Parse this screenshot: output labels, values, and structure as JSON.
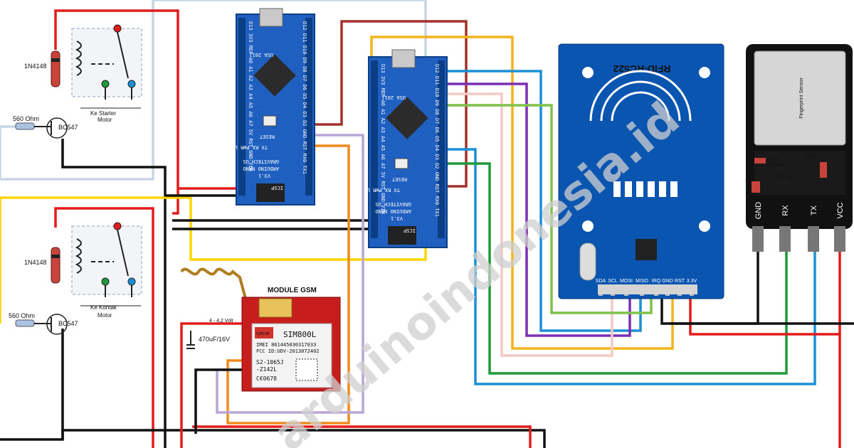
{
  "colors": {
    "red": "#e31b1b",
    "black": "#111111",
    "yellow": "#ffd400",
    "orange": "#f08a1c",
    "purple": "#7a2fb5",
    "lavender": "#b8a6d6",
    "pink": "#f2c9c4",
    "brown": "#a0322b",
    "gold": "#f2b31d",
    "blue": "#1b8fd6",
    "green": "#7ec24a",
    "darkgreen": "#1f9a3a",
    "lightblue": "#c7d5e6",
    "board": "#1f5fbf",
    "rfid": "#0a55b0"
  },
  "relay1": {
    "diode": "1N4148",
    "resistor": "560 Ohm",
    "transistor": "BC547",
    "caption1": "Ke Starter",
    "caption2": "Motor"
  },
  "relay2": {
    "diode": "1N4148",
    "resistor": "560 Ohm",
    "transistor": "BC547",
    "caption1": "Ke Kontak",
    "caption2": "Motor"
  },
  "nano1": {
    "brand": "GRAVITECH.US",
    "model": "ARDUINO NANO",
    "version": "V3.1",
    "usa": "USA 2011",
    "reset": "RESET",
    "icsp": "ICSP",
    "leds": "TX RX PWR L",
    "pins_top": "D13 3V3 REF A0 A1 A2 A3 A4 A5 A6 A7 5V RST GND VIN",
    "pins_bottom": "D12 D11 D10 D9 D8 D7 D6 D5 D4 D3 D2 GND RST RX0 TX1"
  },
  "nano2": {
    "brand": "GRAVITECH.US",
    "model": "ARDUINO NANO",
    "version": "V3.1",
    "usa": "USA 2011",
    "reset": "RESET",
    "icsp": "ICSP",
    "leds": "TX RX PWR L",
    "pins_top": "D13 3V3 REF A0 A1 A2 A3 A4 A5 A6 A7 5V RST GND VIN",
    "pins_bottom": "D12 D11 D10 D9 D8 D7 D6 D5 D4 D3 D2 GND RST RX0 TX1"
  },
  "gsm": {
    "title": "MODULE GSM",
    "chip": "SIM800L",
    "imei": "IMEI 861445030317033",
    "fcc": "FCC ID:UDV-2013072402",
    "code1": "S2-1065J",
    "code2": "-Z142L",
    "ce": "C€0678",
    "voltage": "4 - 4,2 Volt",
    "cap": "470uF/16V",
    "brand": "SIMCOM"
  },
  "rfid": {
    "title": "RFID-RC522",
    "pins": [
      "SDA",
      "SCL",
      "MOSI",
      "MISO",
      "IRQ",
      "GND",
      "RST",
      "3.3V"
    ]
  },
  "fingerprint": {
    "title": "Fingerprint Sensor",
    "marks": [
      "TYE",
      "T0 15VO",
      "R24",
      "R13",
      "C18"
    ],
    "pins": [
      "GND",
      "RX",
      "TX",
      "VCC"
    ]
  },
  "watermark": "arduinoindonesia.id"
}
